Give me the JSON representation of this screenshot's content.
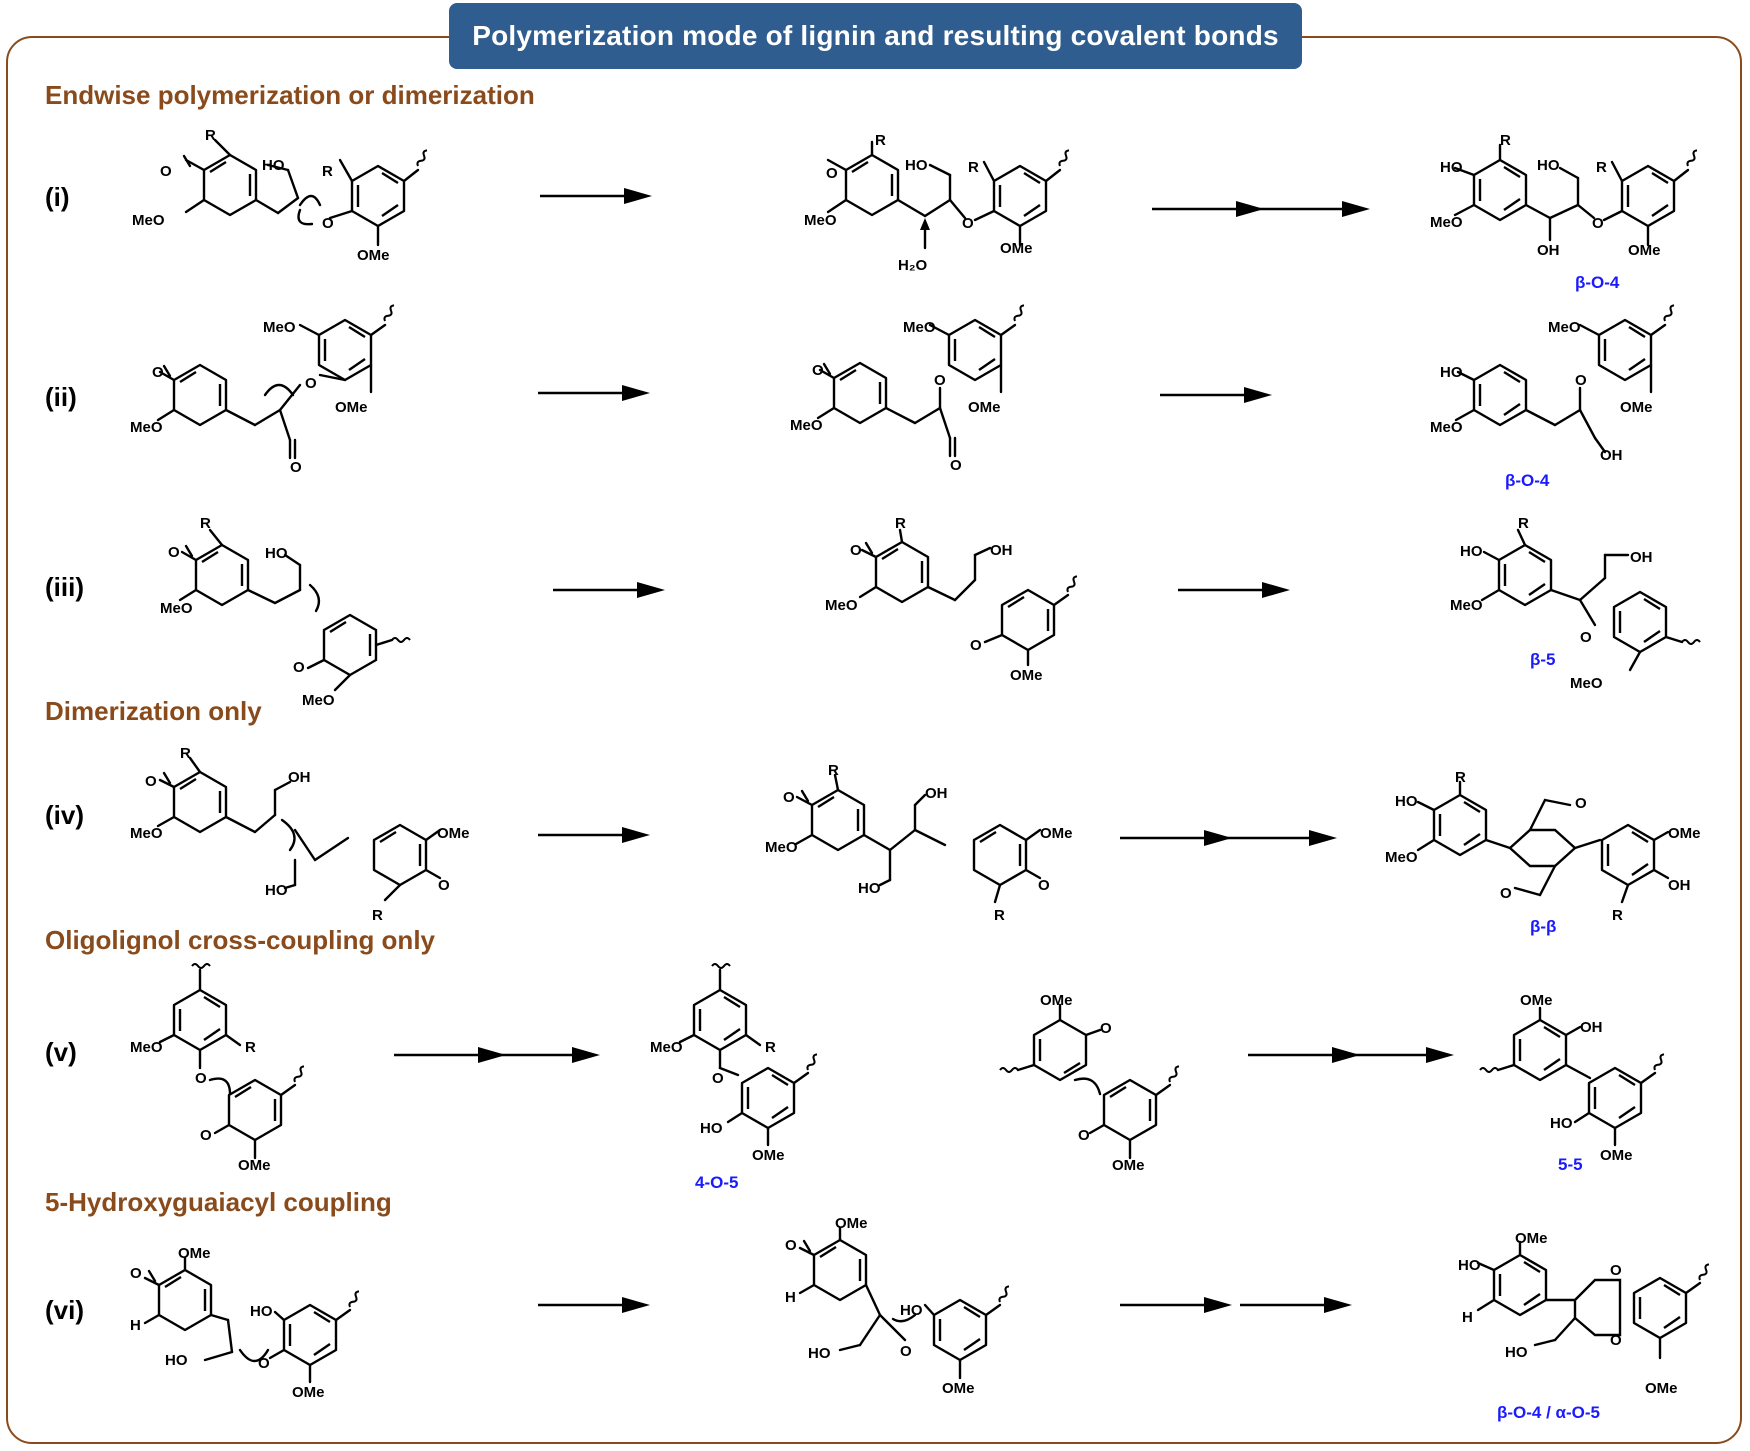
{
  "title": "Polymerization mode of lignin and resulting covalent bonds",
  "sections": {
    "endwise": "Endwise polymerization or dimerization",
    "dimerization": "Dimerization only",
    "oligolignol": "Oligolignol cross-coupling only",
    "hydroxyguaiacyl": "5-Hydroxyguaiacyl coupling"
  },
  "rows": {
    "i": "(i)",
    "ii": "(ii)",
    "iii": "(iii)",
    "iv": "(iv)",
    "v": "(v)",
    "vi": "(vi)"
  },
  "substituents": {
    "R": "R",
    "OMe": "OMe",
    "MeO": "MeO",
    "HO": "HO",
    "OH": "OH",
    "O": "O",
    "H": "H",
    "H2O": "H₂O"
  },
  "linkages": {
    "i": "β-O-4",
    "ii": "β-O-4",
    "iii": "β-5",
    "iv": "β-β",
    "v_a": "4-O-5",
    "v_b": "5-5",
    "vi": "β-O-4 / α-O-5"
  },
  "colors": {
    "frame": "#8a4b1c",
    "banner": "#2f5d8f",
    "section_text": "#8a4b1c",
    "linkage_text": "#1a1aff"
  }
}
